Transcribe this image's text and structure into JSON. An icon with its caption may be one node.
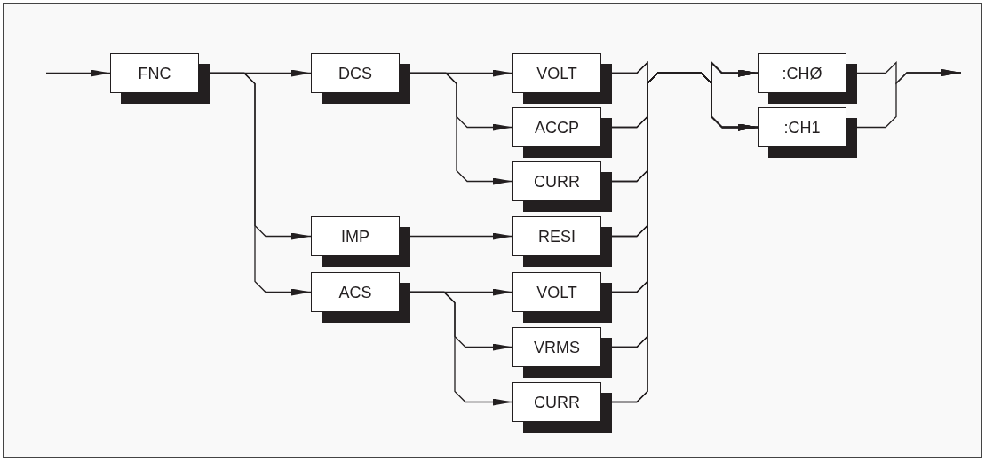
{
  "diagram": {
    "nodes": [
      {
        "text": [
          "FNC"
        ]
      },
      {
        "text": [
          "DCS"
        ]
      },
      {
        "text": [
          "IMP"
        ]
      },
      {
        "text": [
          "ACS"
        ]
      },
      {
        "text": [
          "VOLT"
        ]
      },
      {
        "text": [
          "ACCP"
        ]
      },
      {
        "text": [
          "CURR"
        ]
      },
      {
        "text": [
          "RESI"
        ]
      },
      {
        "text": [
          "VOLT"
        ]
      },
      {
        "text": [
          "VRMS"
        ]
      },
      {
        "text": [
          "CURR"
        ]
      },
      {
        "text": [
          ":CHØ"
        ]
      },
      {
        "text": [
          ":CH1"
        ]
      }
    ],
    "edges": [
      {
        "from": null,
        "to": 0,
        "arrow": "to"
      },
      {
        "from": 0,
        "to": 1,
        "arrow": "to"
      },
      {
        "from": 0,
        "to": 2,
        "arrow": "to"
      },
      {
        "from": 0,
        "to": 3,
        "arrow": "to"
      },
      {
        "from": 1,
        "to": 4,
        "arrow": "to"
      },
      {
        "from": 1,
        "to": 5,
        "arrow": "to"
      },
      {
        "from": 1,
        "to": 6,
        "arrow": "to"
      },
      {
        "from": 2,
        "to": 7,
        "arrow": "to"
      },
      {
        "from": 3,
        "to": 8,
        "arrow": "to"
      },
      {
        "from": 3,
        "to": 9,
        "arrow": "to"
      },
      {
        "from": 3,
        "to": 10,
        "arrow": "to"
      },
      {
        "from": 4,
        "to": 11,
        "arrow": "to"
      },
      {
        "from": 4,
        "to": 12,
        "arrow": "to"
      },
      {
        "from": 5,
        "to": 11,
        "arrow": "to"
      },
      {
        "from": 5,
        "to": 12,
        "arrow": "to"
      },
      {
        "from": 6,
        "to": 11,
        "arrow": "to"
      },
      {
        "from": 6,
        "to": 12,
        "arrow": "to"
      },
      {
        "from": 7,
        "to": 11,
        "arrow": "to"
      },
      {
        "from": 7,
        "to": 12,
        "arrow": "to"
      },
      {
        "from": 8,
        "to": 11,
        "arrow": "to"
      },
      {
        "from": 8,
        "to": 12,
        "arrow": "to"
      },
      {
        "from": 9,
        "to": 11,
        "arrow": "to"
      },
      {
        "from": 9,
        "to": 12,
        "arrow": "to"
      },
      {
        "from": 10,
        "to": 11,
        "arrow": "to"
      },
      {
        "from": 10,
        "to": 12,
        "arrow": "to"
      },
      {
        "from": 11,
        "to": null,
        "arrow": "to"
      },
      {
        "from": 12,
        "to": null,
        "arrow": "to"
      }
    ]
  }
}
